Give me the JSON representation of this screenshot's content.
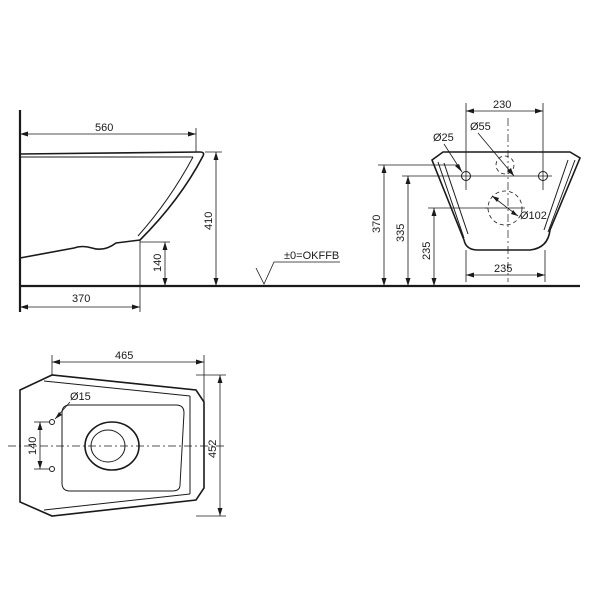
{
  "side_view": {
    "width_label": "560",
    "projection_label": "370",
    "height_label": "410",
    "outlet_label": "140",
    "floor_reference": "±0=OKFFB"
  },
  "rear_view": {
    "bolt_spacing_label": "230",
    "bolt_dia_label": "Ø25",
    "inlet_dia_label": "Ø55",
    "outlet_dia_label": "Ø102",
    "bolt_height_label": "370",
    "inlet_height_label": "335",
    "outlet_height_label": "235",
    "base_width_label": "235"
  },
  "top_view": {
    "length_label": "465",
    "width_label": "452",
    "hole_dia_label": "Ø15",
    "hole_spacing_label": "140"
  }
}
